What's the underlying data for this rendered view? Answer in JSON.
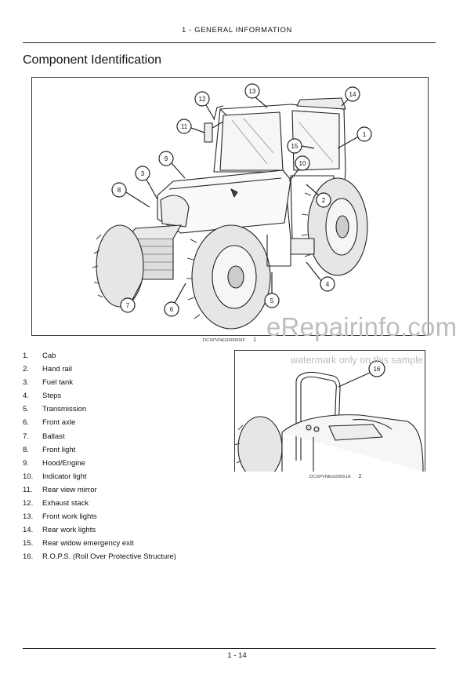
{
  "header": {
    "section": "1 - GENERAL INFORMATION"
  },
  "title": "Component Identification",
  "figure1": {
    "caption_code": "DCSPVNEG00050IF",
    "caption_number": "1",
    "callouts": [
      "12",
      "13",
      "14",
      "11",
      "1",
      "15",
      "9",
      "10",
      "3",
      "8",
      "2",
      "4",
      "5",
      "7",
      "6"
    ]
  },
  "figure2": {
    "caption_code": "DCSPVNEG00051A",
    "caption_number": "2",
    "callouts": [
      "16"
    ]
  },
  "components": [
    {
      "num": "1.",
      "label": "Cab"
    },
    {
      "num": "2.",
      "label": "Hand rail"
    },
    {
      "num": "3.",
      "label": "Fuel tank"
    },
    {
      "num": "4.",
      "label": "Steps"
    },
    {
      "num": "5.",
      "label": "Transmission"
    },
    {
      "num": "6.",
      "label": "Front axle"
    },
    {
      "num": "7.",
      "label": "Ballast"
    },
    {
      "num": "8.",
      "label": "Front light"
    },
    {
      "num": "9.",
      "label": "Hood/Engine"
    },
    {
      "num": "10.",
      "label": "Indicator light"
    },
    {
      "num": "11.",
      "label": "Rear view mirror"
    },
    {
      "num": "12.",
      "label": "Exhaust stack"
    },
    {
      "num": "13.",
      "label": "Front work lights"
    },
    {
      "num": "14.",
      "label": "Rear work lights"
    },
    {
      "num": "15.",
      "label": "Rear widow emergency exit"
    },
    {
      "num": "16.",
      "label": "R.O.P.S. (Roll Over Protective Structure)"
    }
  ],
  "watermark": {
    "brand": "eRepairinfo.com",
    "note": "watermark only on this sample"
  },
  "footer": {
    "page": "1 - 14"
  }
}
